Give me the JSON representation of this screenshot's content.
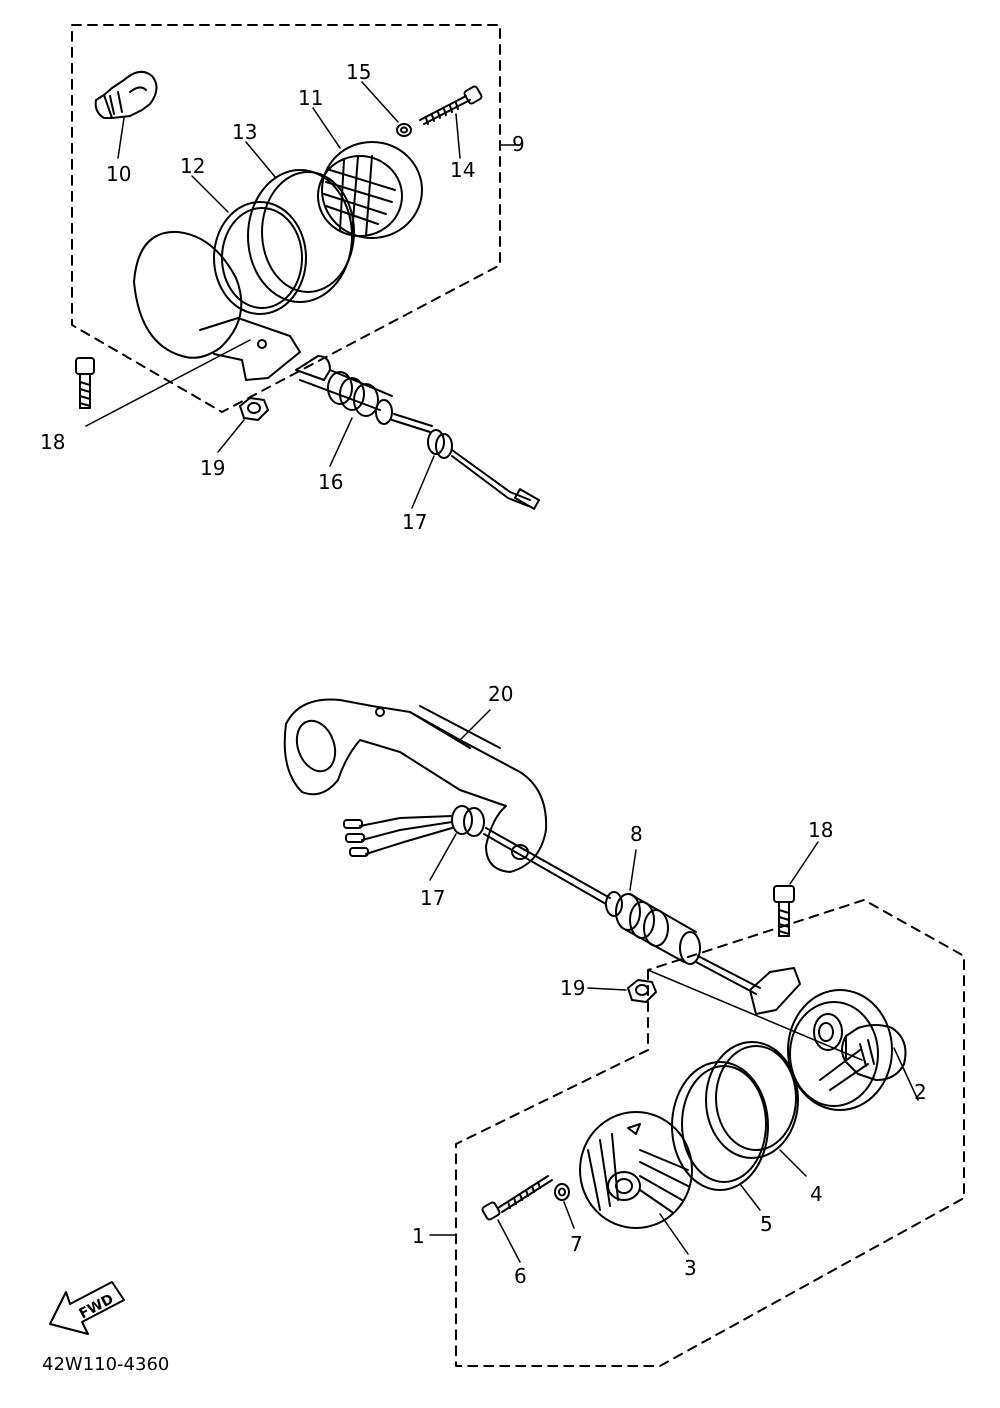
{
  "diagram": {
    "reference_code": "42W110-4360",
    "direction_label": "FWD",
    "ink_color": "#000000",
    "paper_color": "#ffffff"
  },
  "upper_assembly": {
    "labels": {
      "assembly": "9",
      "bulb": "10",
      "lens": "11",
      "gasket": "12",
      "rim": "13",
      "screw": "14",
      "washer": "15",
      "socket": "16",
      "grommet": "17",
      "bolt": "18",
      "nut": "19"
    }
  },
  "lower_assembly": {
    "labels": {
      "assembly": "1",
      "bulb": "2",
      "lens": "3",
      "gasket": "4",
      "rim": "5",
      "screw": "6",
      "washer": "7",
      "socket": "8",
      "grommet": "17",
      "bolt": "18",
      "nut": "19",
      "bracket": "20"
    }
  }
}
